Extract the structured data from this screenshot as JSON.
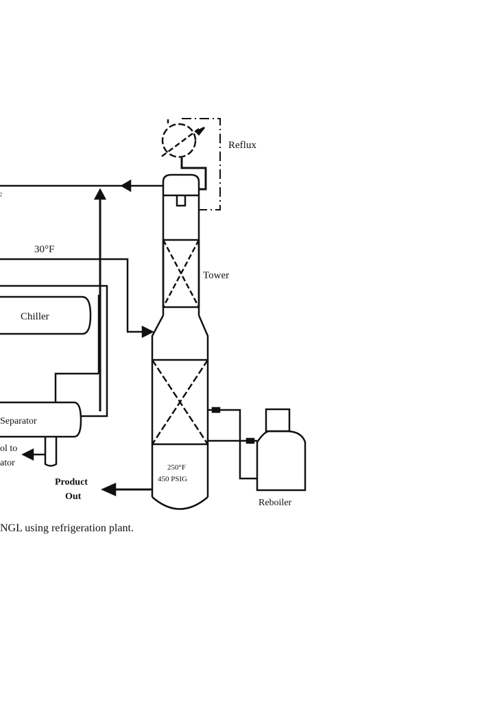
{
  "diagram": {
    "labels": {
      "reflux": "Reflux",
      "tower": "Tower",
      "temp_feed": "30°F",
      "chiller": "Chiller",
      "separator": "Separator",
      "glycol_line1": "ol to",
      "glycol_line2": "ator",
      "product_line1": "Product",
      "product_line2": "Out",
      "bottom_temp": "250°F",
      "bottom_pressure": "450 PSIG",
      "reboiler": "Reboiler",
      "cut_label_top": "F"
    },
    "caption": "NGL using refrigeration plant."
  }
}
